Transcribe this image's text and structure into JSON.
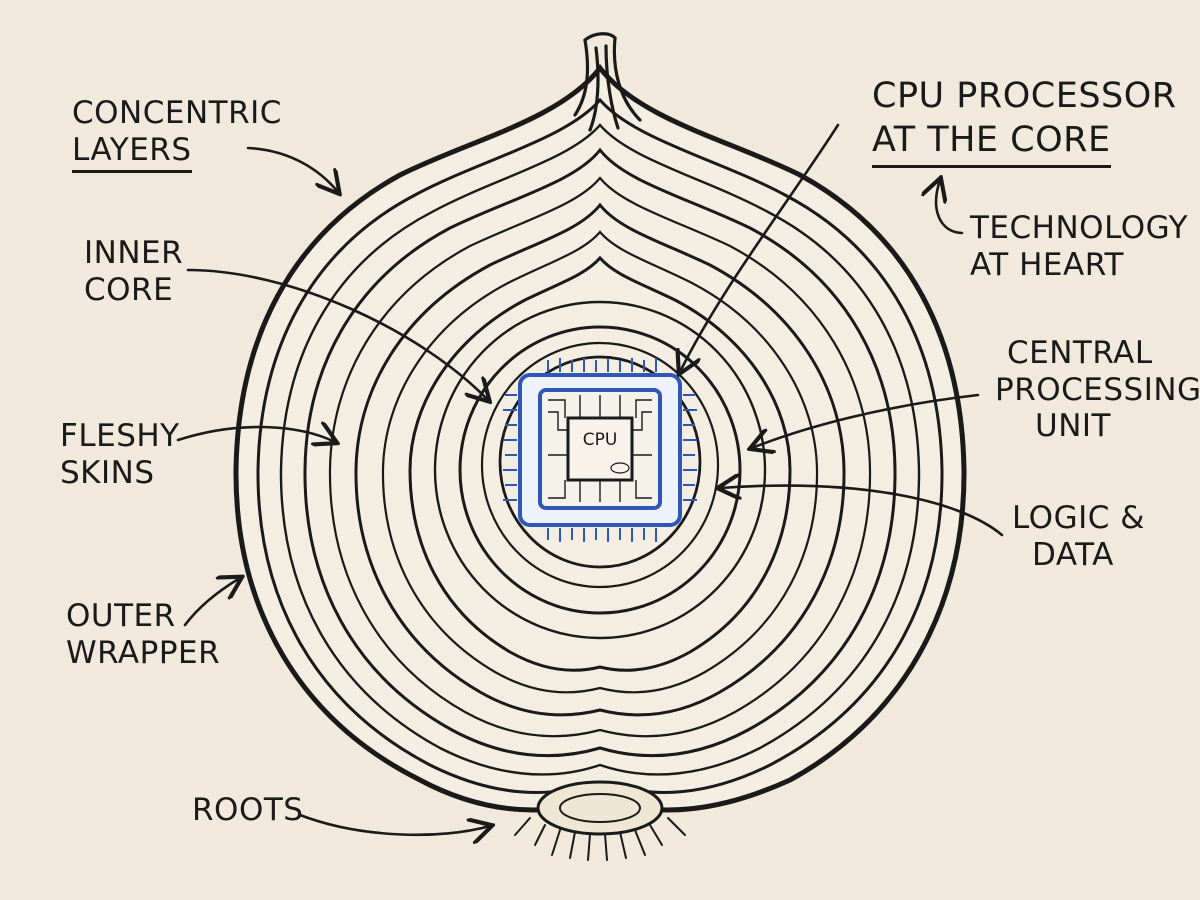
{
  "labels": {
    "concentric": [
      "CONCENTRIC",
      "LAYERS"
    ],
    "inner_core": [
      "INNER",
      "CORE"
    ],
    "fleshy": [
      "FLESHY",
      "SKINS"
    ],
    "outer": [
      "OUTER",
      "WRAPPER"
    ],
    "roots": "ROOTS",
    "cpu_title": [
      "CPU PROCESSOR",
      "AT THE CORE"
    ],
    "technology": [
      "TECHNOLOGY",
      "AT HEART"
    ],
    "central": [
      "CENTRAL",
      "PROCESSING",
      "UNIT"
    ],
    "logic": [
      "LOGIC &",
      "DATA"
    ]
  },
  "chip": {
    "label": "CPU"
  },
  "colors": {
    "paper": "#f1eadc",
    "ink": "#1a1a1a",
    "chip_blue": "#2f57b8"
  }
}
